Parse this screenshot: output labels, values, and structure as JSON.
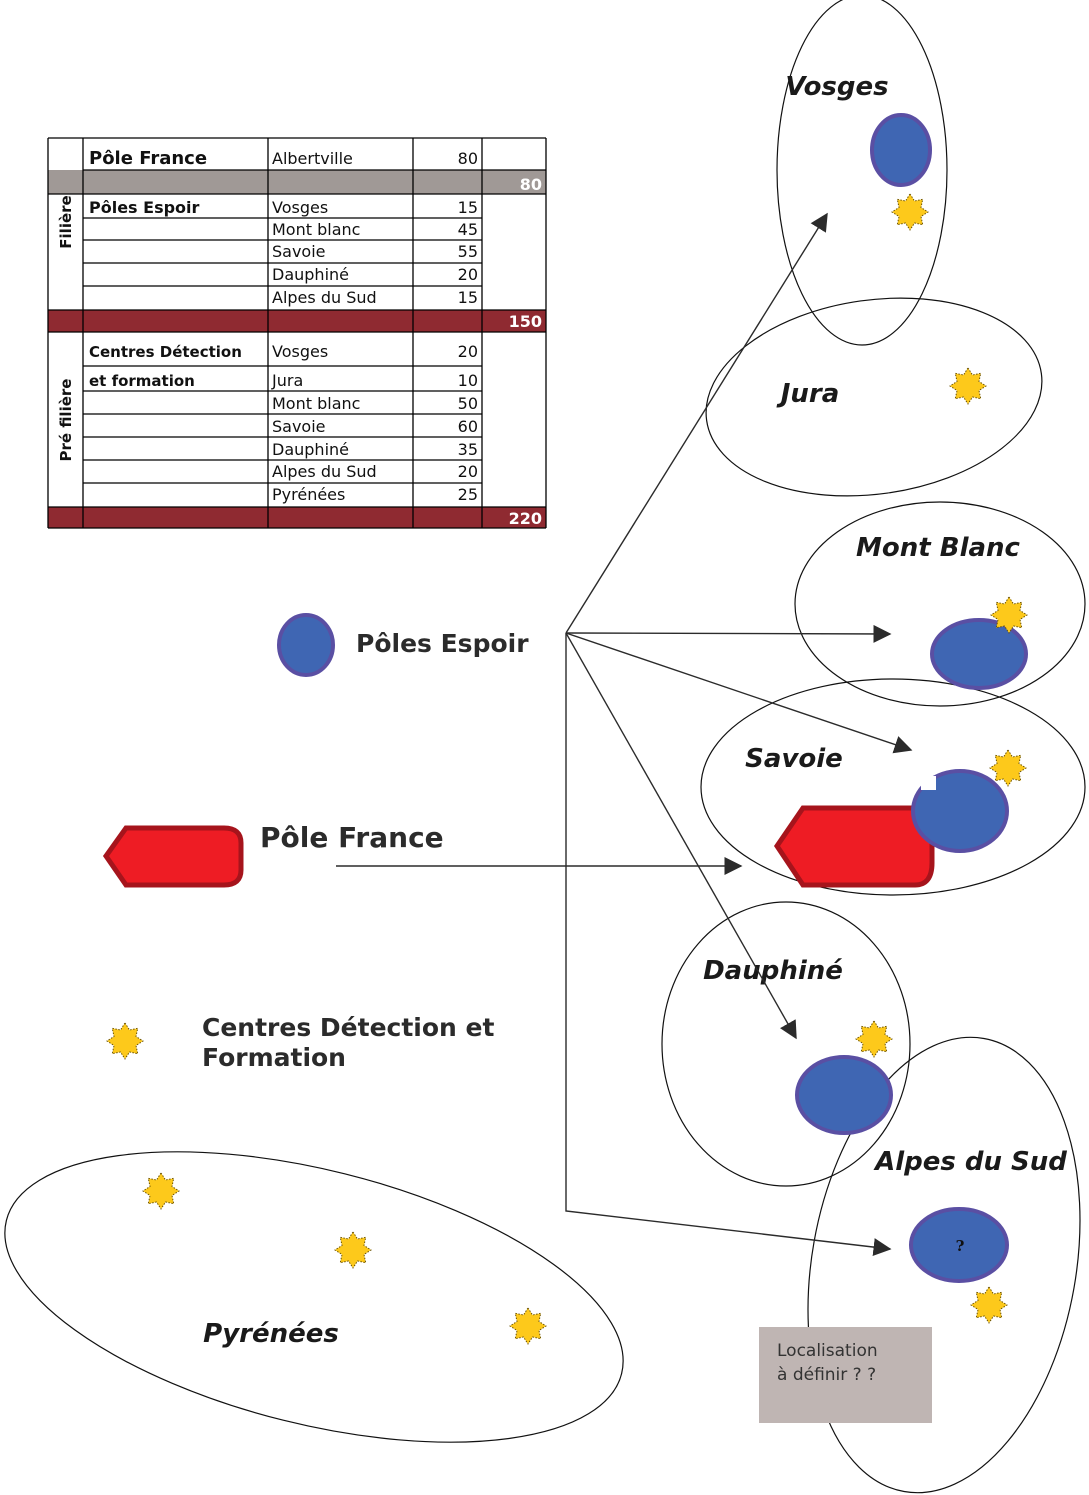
{
  "table": {
    "side_labels": {
      "filiere": "Filière",
      "pre_filiere": "Pré filière"
    },
    "rows": {
      "pf": {
        "group": "Pôle France",
        "site": "Albertville",
        "value": "80"
      },
      "pf_total": "80",
      "pe": [
        {
          "group": "Pôles Espoir",
          "site": "Vosges",
          "value": "15"
        },
        {
          "group": "",
          "site": "Mont blanc",
          "value": "45"
        },
        {
          "group": "",
          "site": "Savoie",
          "value": "55"
        },
        {
          "group": "",
          "site": "Dauphiné",
          "value": "20"
        },
        {
          "group": "",
          "site": "Alpes du Sud",
          "value": "15"
        }
      ],
      "filiere_total": "150",
      "cdf_group_1": "Centres Détection",
      "cdf_group_2": "et formation",
      "cdf": [
        {
          "site": "Vosges",
          "value": "20"
        },
        {
          "site": "Jura",
          "value": "10"
        },
        {
          "site": "Mont blanc",
          "value": "50"
        },
        {
          "site": "Savoie",
          "value": "60"
        },
        {
          "site": "Dauphiné",
          "value": "35"
        },
        {
          "site": "Alpes du Sud",
          "value": "20"
        },
        {
          "site": "Pyrénées",
          "value": "25"
        }
      ],
      "pre_filiere_total": "220"
    }
  },
  "legend": {
    "poles_espoir": "Pôles Espoir",
    "pole_france": "Pôle France",
    "cdf_line1": "Centres Détection et",
    "cdf_line2": "Formation"
  },
  "regions": {
    "vosges": "Vosges",
    "jura": "Jura",
    "mont_blanc": "Mont Blanc",
    "savoie": "Savoie",
    "dauphine": "Dauphiné",
    "alpes_du_sud": "Alpes du Sud",
    "pyrenees": "Pyrénées"
  },
  "question_mark": "?",
  "note": {
    "line1": "Localisation",
    "line2": "à définir ? ?"
  },
  "colors": {
    "pole_espoir_blue": "#3f66b3",
    "pole_france_red": "#ee1c24",
    "star_yellow": "#fdc91b",
    "total_bar": "#8f2a31",
    "grey_bar": "#a09996",
    "note_bg": "#bfb5b3"
  }
}
